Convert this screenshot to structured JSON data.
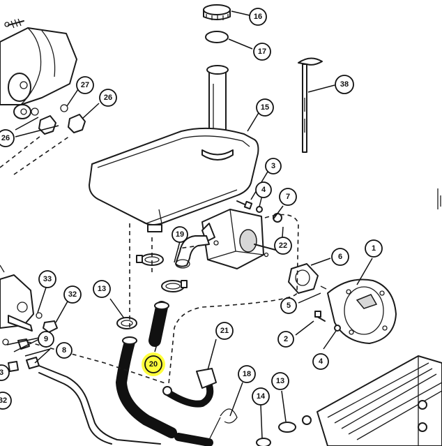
{
  "highlight_color": "#ffff3c",
  "ink_color": "#111111",
  "callouts": [
    {
      "id": "c16",
      "label": "16"
    },
    {
      "id": "c17",
      "label": "17"
    },
    {
      "id": "c38",
      "label": "38"
    },
    {
      "id": "c15",
      "label": "15"
    },
    {
      "id": "c27",
      "label": "27"
    },
    {
      "id": "c26a",
      "label": "26"
    },
    {
      "id": "c26b",
      "label": "26"
    },
    {
      "id": "c3",
      "label": "3"
    },
    {
      "id": "c4a",
      "label": "4"
    },
    {
      "id": "c7",
      "label": "7"
    },
    {
      "id": "c19",
      "label": "19"
    },
    {
      "id": "c22",
      "label": "22"
    },
    {
      "id": "c6",
      "label": "6"
    },
    {
      "id": "c1",
      "label": "1"
    },
    {
      "id": "c5",
      "label": "5"
    },
    {
      "id": "c2",
      "label": "2"
    },
    {
      "id": "c4b",
      "label": "4"
    },
    {
      "id": "c33",
      "label": "33"
    },
    {
      "id": "c32a",
      "label": "32"
    },
    {
      "id": "c9",
      "label": "9"
    },
    {
      "id": "c8",
      "label": "8"
    },
    {
      "id": "c3b",
      "label": "3"
    },
    {
      "id": "c32b",
      "label": "32"
    },
    {
      "id": "c13a",
      "label": "13"
    },
    {
      "id": "c20",
      "label": "20"
    },
    {
      "id": "c21",
      "label": "21"
    },
    {
      "id": "c18",
      "label": "18"
    },
    {
      "id": "c14",
      "label": "14"
    },
    {
      "id": "c13b",
      "label": "13"
    }
  ]
}
